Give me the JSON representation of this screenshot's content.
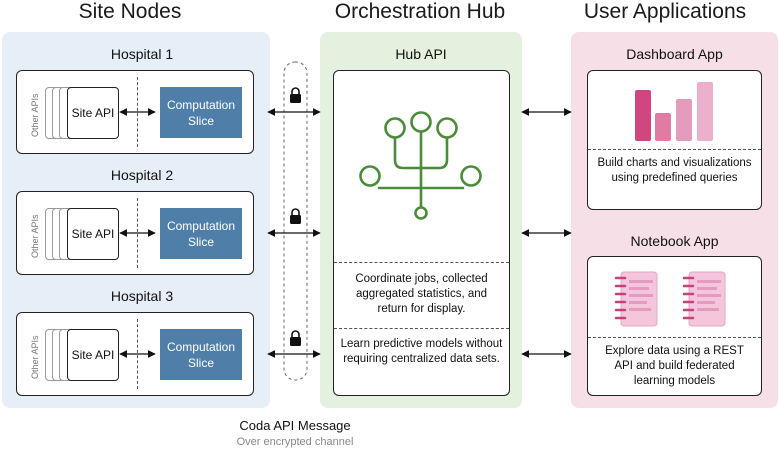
{
  "columns": {
    "site_nodes": "Site Nodes",
    "hub": "Orchestration Hub",
    "user_apps": "User Applications"
  },
  "hospitals": [
    {
      "title": "Hospital 1",
      "other_apis": "Other APIs",
      "site_api": "Site API",
      "computation": "Computation Slice"
    },
    {
      "title": "Hospital 2",
      "other_apis": "Other APIs",
      "site_api": "Site API",
      "computation": "Computation Slice"
    },
    {
      "title": "Hospital 3",
      "other_apis": "Other APIs",
      "site_api": "Site API",
      "computation": "Computation Slice"
    }
  ],
  "hub": {
    "title": "Hub API",
    "desc1": "Coordinate jobs, collected aggregated statistics, and return for display.",
    "desc2": "Learn predictive models without requiring centralized data sets."
  },
  "apps": {
    "dashboard_title": "Dashboard App",
    "dashboard_desc": "Build charts and visualizations using predefined queries",
    "notebook_title": "Notebook App",
    "notebook_desc": "Explore data using a REST API and build federated learning models"
  },
  "channel": {
    "label": "Coda API Message",
    "sublabel": "Over encrypted channel"
  },
  "colors": {
    "site_panel": "#e6eef7",
    "hub_panel": "#e4f1de",
    "apps_panel": "#f7dfe8",
    "computation_slice": "#4f7fa8",
    "hub_icon": "#4a8c3a",
    "chart_bars": "#d1467f",
    "notebook": "#d9468a"
  },
  "icons": {
    "lock": "lock-icon",
    "hub": "network-tree-icon",
    "dashboard": "bar-chart-icon",
    "notebook": "notebook-icon"
  }
}
